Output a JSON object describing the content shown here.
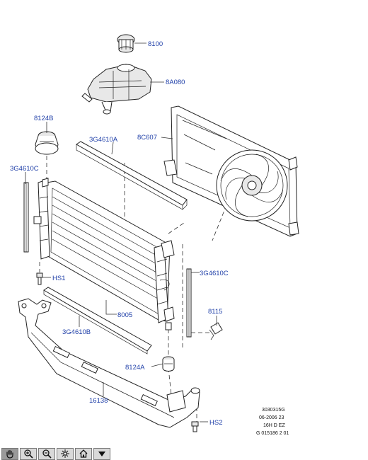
{
  "part_labels": {
    "p8100": "8100",
    "p8A080": "8A080",
    "p8124B": "8124B",
    "p3G4610A": "3G4610A",
    "p8C607": "8C607",
    "p3G4610C_left": "3G4610C",
    "p3G4610C_right": "3G4610C",
    "pHS1": "HS1",
    "p8005": "8005",
    "p8115": "8115",
    "p3G4610B": "3G4610B",
    "p8124A": "8124A",
    "p16138": "16138",
    "pHS2": "HS2"
  },
  "reference_block": {
    "line1": "3030315G",
    "line2": "06-2006 23",
    "line3": "16H D EZ",
    "line4": "G 015186 2 01"
  },
  "colors": {
    "label_blue": "#1f3fa8",
    "line": "#222222",
    "toolbar_bg": "#d9d9d9"
  },
  "toolbar": {
    "buttons": [
      {
        "icon": "pan-hand-icon",
        "active": true
      },
      {
        "icon": "zoom-in-icon",
        "active": false
      },
      {
        "icon": "zoom-out-icon",
        "active": false
      },
      {
        "icon": "fit-view-icon",
        "active": false
      },
      {
        "icon": "home-icon",
        "active": false
      },
      {
        "icon": "menu-dropdown-icon",
        "active": false
      }
    ]
  }
}
